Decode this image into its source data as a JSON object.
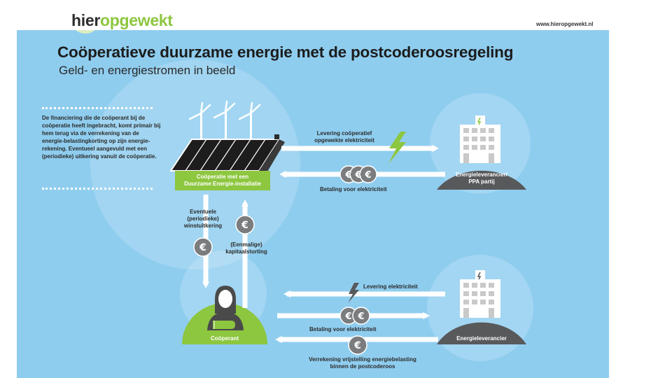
{
  "brand": {
    "hier": "hier",
    "opgewekt": "opgewekt",
    "url": "www.hieropgewekt.nl"
  },
  "header": {
    "title": "Coöperatieve duurzame energie met de postcoderoosregeling",
    "subtitle": "Geld- en energiestromen in beeld"
  },
  "intro_text": "De financiering die de coöperant bij de coöperatie heeft ingebracht, komt primair bij hem terug via de verrekening van de energie-belastingkorting op zijn energie-rekening. Eventueel aangevuld met een (periodieke) uitkering vanuit de coöperatie.",
  "nodes": {
    "cooperatie": {
      "line1": "Coöperatie met een",
      "line2": "Duurzame Energie-installatie"
    },
    "ppa": {
      "line1": "Energieleverancier/",
      "line2": "PPA partij"
    },
    "cooperant": {
      "label": "Coöperant"
    },
    "leverancier": {
      "label": "Energieleverancier"
    }
  },
  "flows": {
    "levering_coop": {
      "line1": "Levering coöperatief",
      "line2": "opgewekte elektriciteit"
    },
    "betaling_ppa": "Betaling voor elektriciteit",
    "uitkering": {
      "line1": "Eventuele",
      "line2": "(periodieke)",
      "line3": "winstuitkering"
    },
    "kapitaal": {
      "line1": "(Eenmalige)",
      "line2": "kapitaalstorting"
    },
    "levering": "Levering elektriciteit",
    "betaling": "Betaling voor elektriciteit",
    "verrekening": {
      "line1": "Verrekening vrijstelling energiebelasting",
      "line2": "binnen de postcoderoos"
    }
  },
  "colors": {
    "background": "#8fcdef",
    "green": "#8dc63f",
    "dark_hill": "#58595b",
    "euro_coin": "#7b7c7e",
    "arrow": "#ffffff",
    "lightning": "#8dc63f"
  },
  "icons": [
    "euro-coin-icon",
    "lightning-icon",
    "wind-turbine-icon",
    "solar-panel-icon",
    "office-building-icon",
    "person-icon"
  ]
}
